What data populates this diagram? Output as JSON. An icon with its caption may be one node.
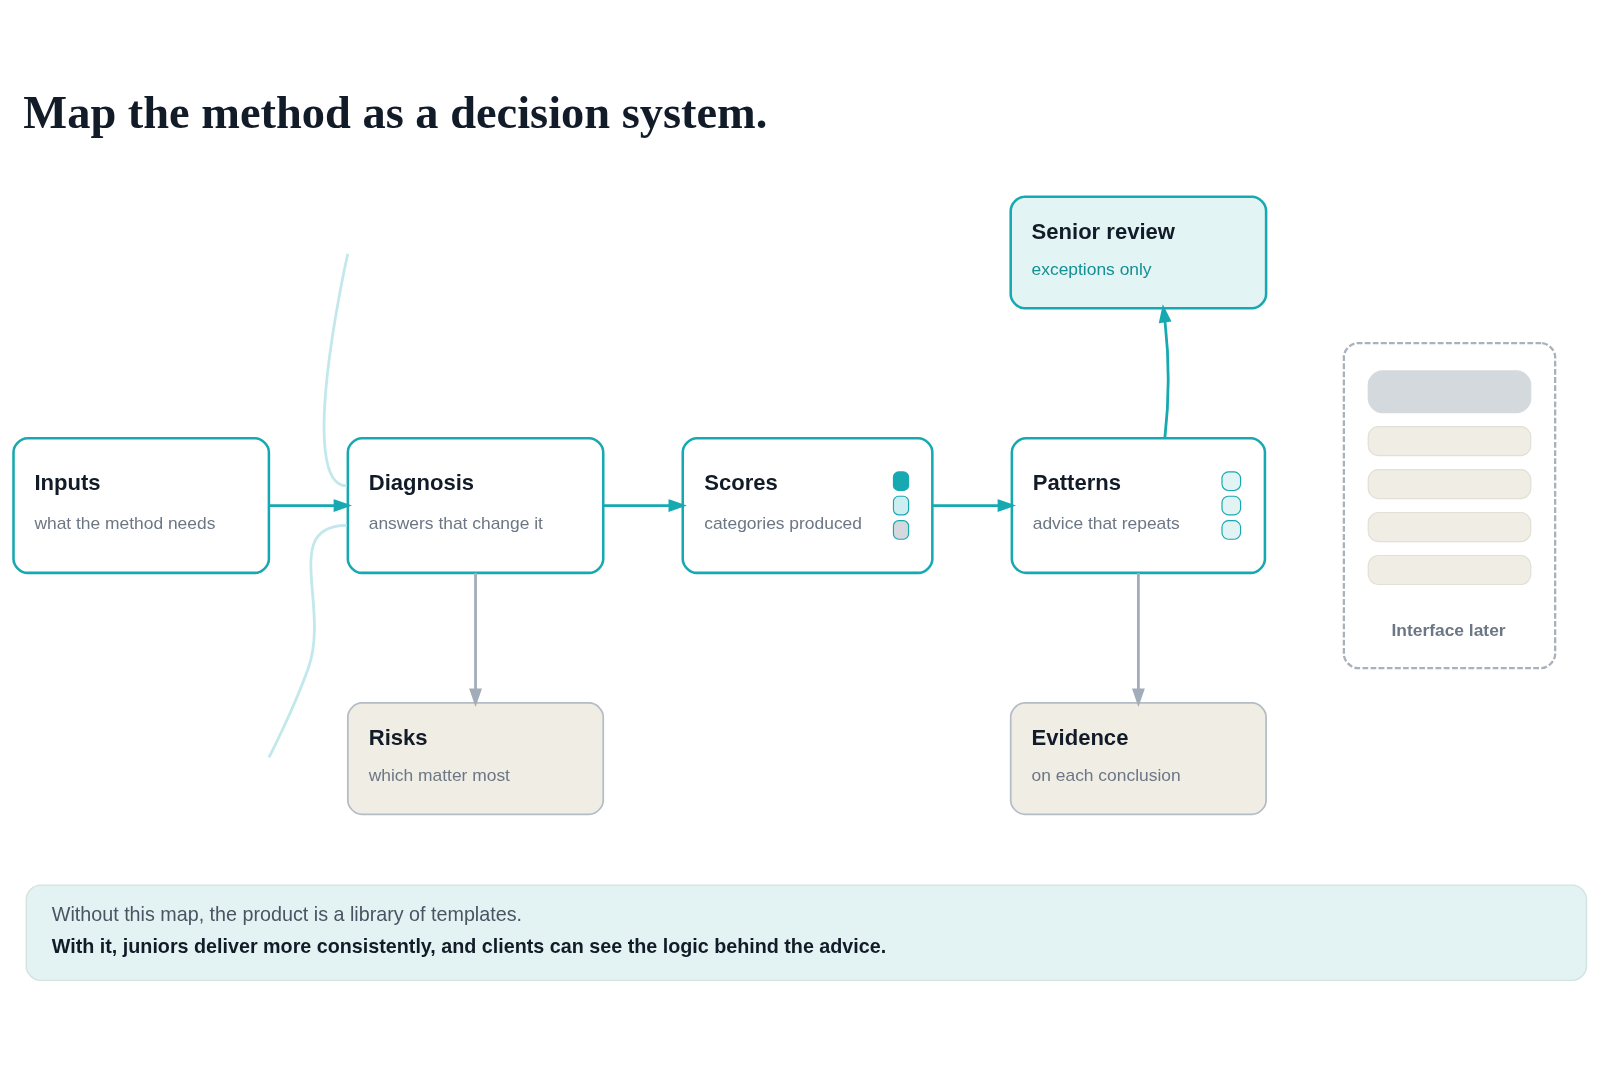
{
  "diagram": {
    "title": "Map the method as a decision system.",
    "nodes": [
      {
        "text": [
          "Inputs",
          "what the method needs"
        ]
      },
      {
        "text": [
          "Diagnosis",
          "answers that change it"
        ]
      },
      {
        "text": [
          "Scores",
          "categories produced"
        ]
      },
      {
        "text": [
          "Patterns",
          "advice that repeats"
        ]
      },
      {
        "text": [
          "Senior review",
          "exceptions only"
        ]
      },
      {
        "text": [
          "Risks",
          "which matter most"
        ]
      },
      {
        "text": [
          "Evidence",
          "on each conclusion"
        ]
      },
      {
        "text": [
          "Interface later"
        ]
      },
      {
        "text": [
          "Without this map, the product is a library of templates.",
          "With it, juniors deliver more consistently, and clients can see the logic behind the advice."
        ]
      }
    ],
    "edges": [
      {
        "from": 0,
        "to": 1,
        "arrow": "to"
      },
      {
        "from": null,
        "to": 1,
        "arrow": "none",
        "color": "#c2e8ec"
      },
      {
        "from": null,
        "to": 1,
        "arrow": "none",
        "color": "#c2e8ec"
      },
      {
        "from": 1,
        "to": 2,
        "arrow": "to"
      },
      {
        "from": 2,
        "to": 3,
        "arrow": "to"
      },
      {
        "from": 3,
        "to": 4,
        "arrow": "to"
      },
      {
        "from": 1,
        "to": 5,
        "arrow": "to",
        "color": "#a3acb9"
      },
      {
        "from": 3,
        "to": 6,
        "arrow": "to",
        "color": "#a3acb9"
      }
    ]
  }
}
